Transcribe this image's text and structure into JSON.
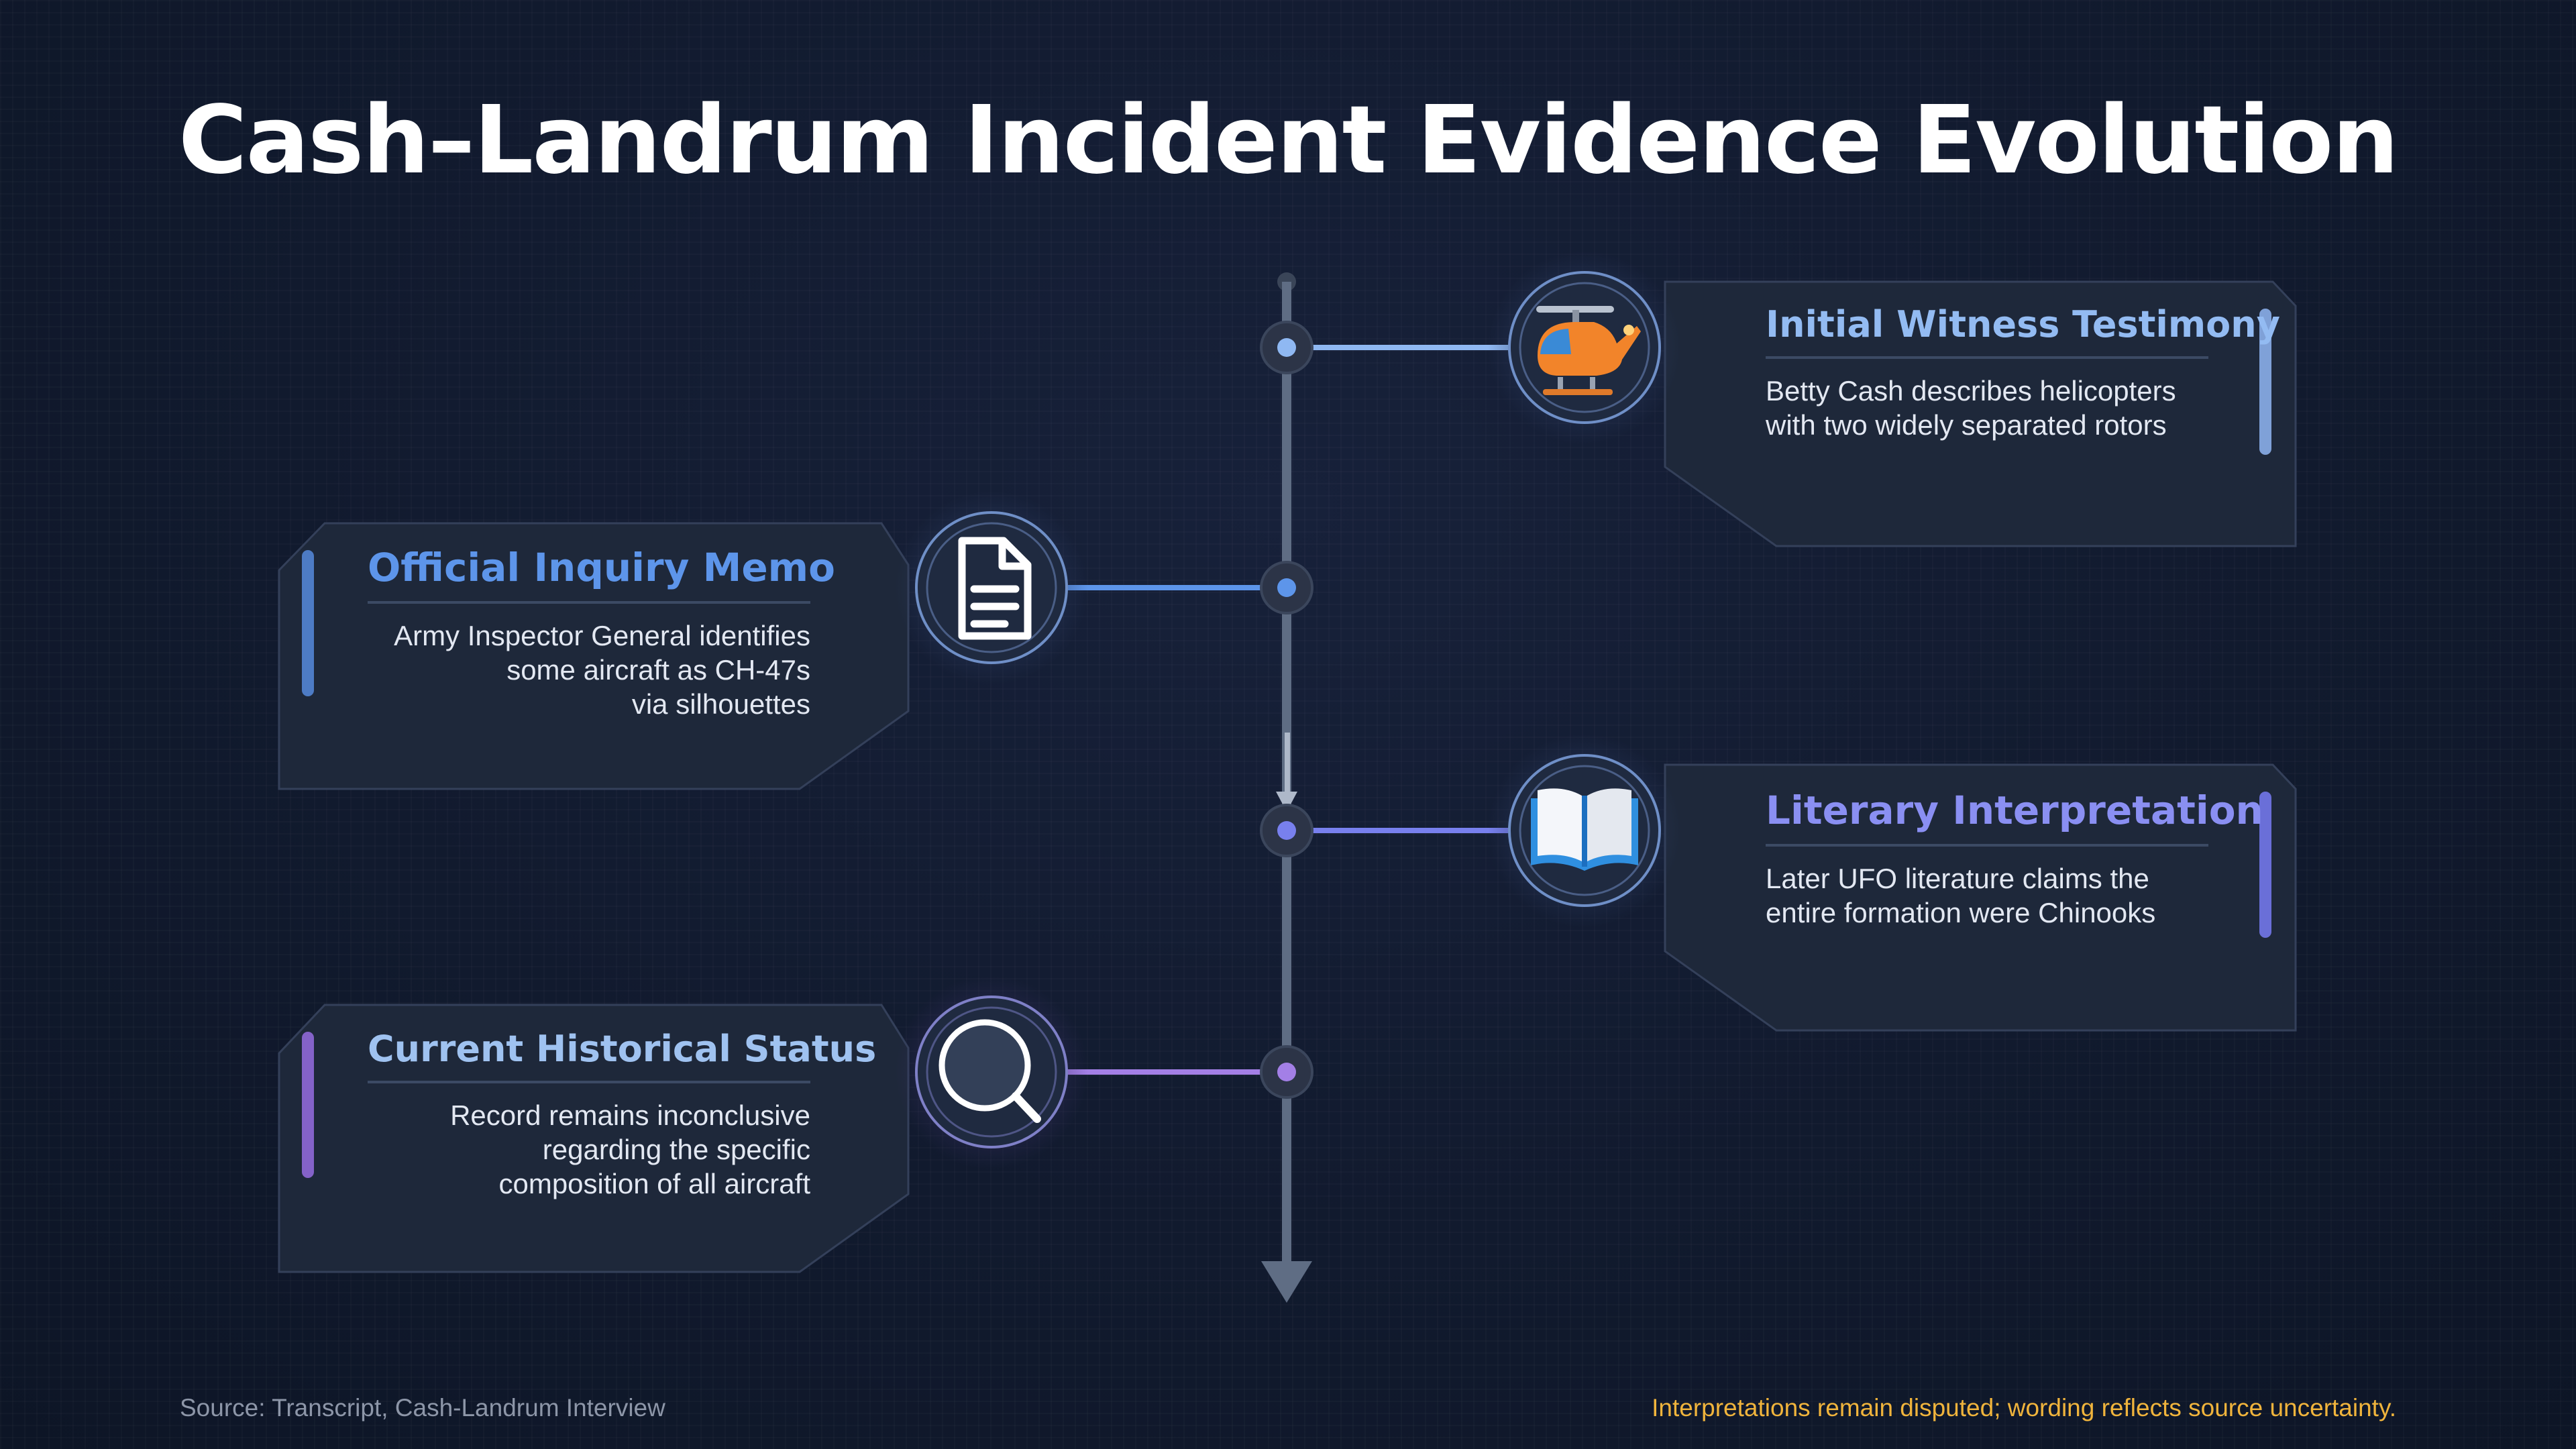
{
  "title": "Cash–Landrum Incident Evidence Evolution",
  "events": [
    {
      "title": "Initial Witness Testimony",
      "body": [
        "Betty Cash describes helicopters",
        "with two widely separated rotors"
      ],
      "icon": "helicopter-icon",
      "accent": "#8fb8f2"
    },
    {
      "title": "Official Inquiry Memo",
      "body": [
        "Army Inspector General identifies",
        "some aircraft as CH-47s",
        "via silhouettes"
      ],
      "icon": "document-icon",
      "accent": "#5d95ea"
    },
    {
      "title": "Literary Interpretation",
      "body": [
        "Later UFO literature claims the",
        "entire formation were Chinooks"
      ],
      "icon": "open-book-icon",
      "accent": "#7880ee"
    },
    {
      "title": "Current Historical Status",
      "body": [
        "Record remains inconclusive",
        "regarding the specific",
        "composition of all aircraft"
      ],
      "icon": "magnifier-icon",
      "accent": "#a37fe6"
    }
  ],
  "footer": {
    "source": "Source: Transcript, Cash-Landrum Interview",
    "note": "Interpretations remain disputed; wording reflects source uncertainty."
  },
  "colors": {
    "background": "#111a2e",
    "card": "#1e283a",
    "axis": "#5f6d84",
    "note": "#f0b43c"
  }
}
